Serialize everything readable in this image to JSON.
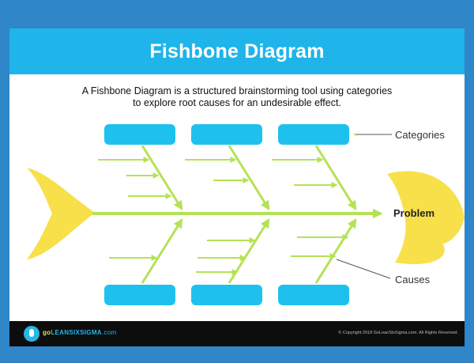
{
  "title": "Fishbone Diagram",
  "subtitle": {
    "line1": "A Fishbone Diagram is a structured brainstorming tool using categories",
    "line2": "to explore root causes for an undesirable effect."
  },
  "labels": {
    "categories": "Categories",
    "problem": "Problem",
    "causes": "Causes"
  },
  "footer": {
    "logo_go": "go",
    "logo_rest": "LEANSIXSIGMA",
    "logo_suffix": ".com",
    "copyright": "© Copyright 2018 GoLeanSixSigma.com. All Rights Reserved."
  },
  "colors": {
    "background": "#2f86c8",
    "title_bar": "#1fb4ea",
    "category_box": "#1ec1ee",
    "bone": "#b5e255",
    "fish_shape": "#f7e04a",
    "footer": "#0d0d0d"
  }
}
